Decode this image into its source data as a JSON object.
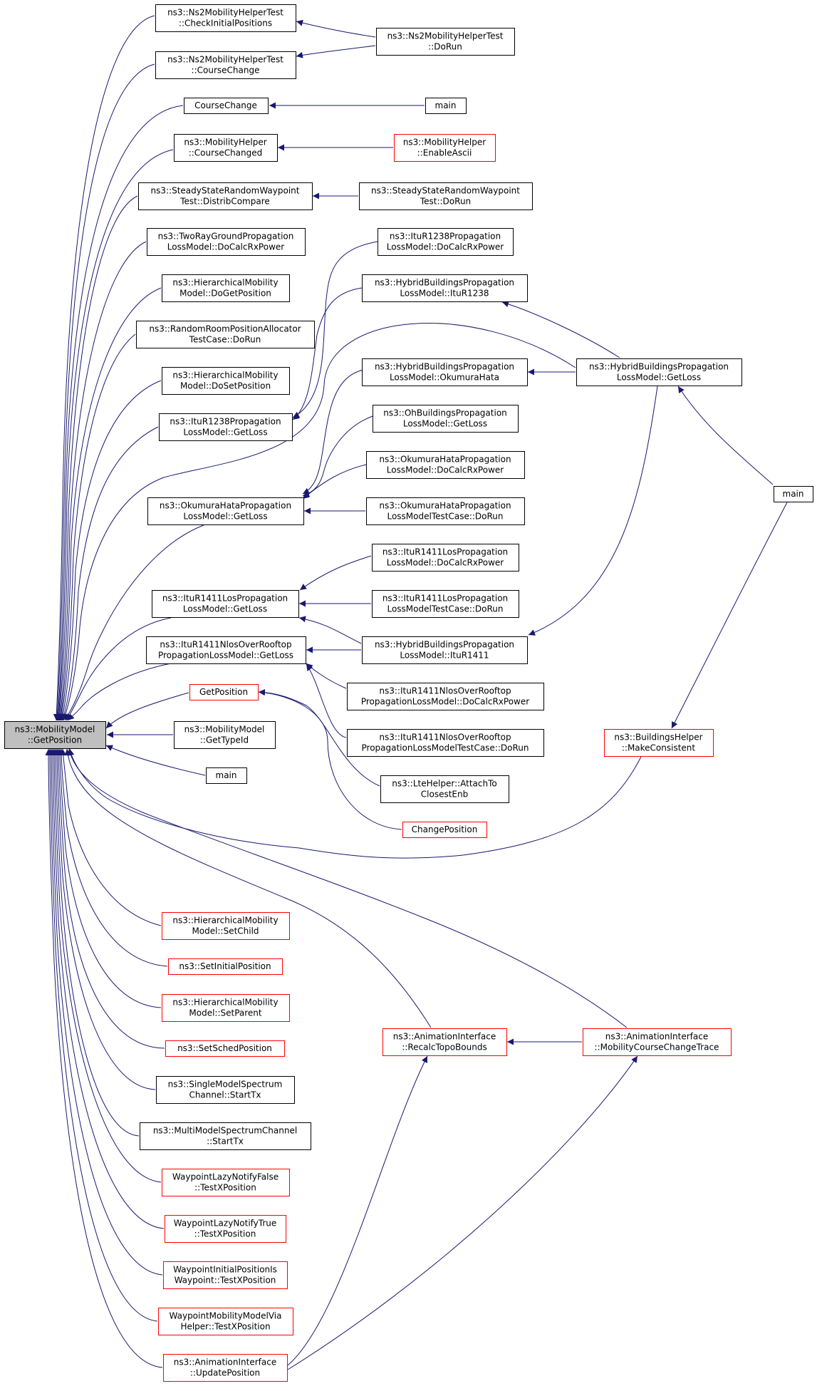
{
  "colors": {
    "edge": "#191970",
    "node_border": "#000000",
    "link_border": "#ff0000",
    "root_fill": "#bfbfbf"
  },
  "nodes": {
    "n_root": {
      "lines": [
        "ns3::MobilityModel",
        "::GetPosition"
      ],
      "style": "root"
    },
    "n_ns2check": {
      "lines": [
        "ns3::Ns2MobilityHelperTest",
        "::CheckInitialPositions"
      ],
      "style": "normal"
    },
    "n_ns2course": {
      "lines": [
        "ns3::Ns2MobilityHelperTest",
        "::CourseChange"
      ],
      "style": "normal"
    },
    "n_ns2dorun": {
      "lines": [
        "ns3::Ns2MobilityHelperTest",
        "::DoRun"
      ],
      "style": "normal"
    },
    "n_coursechange": {
      "lines": [
        "CourseChange"
      ],
      "style": "normal"
    },
    "n_main1": {
      "lines": [
        "main"
      ],
      "style": "normal"
    },
    "n_mhcourse": {
      "lines": [
        "ns3::MobilityHelper",
        "::CourseChanged"
      ],
      "style": "normal"
    },
    "n_mhascii": {
      "lines": [
        "ns3::MobilityHelper",
        "::EnableAscii"
      ],
      "style": "red"
    },
    "n_ssdistrib": {
      "lines": [
        "ns3::SteadyStateRandomWaypoint",
        "Test::DistribCompare"
      ],
      "style": "normal"
    },
    "n_ssdorun": {
      "lines": [
        "ns3::SteadyStateRandomWaypoint",
        "Test::DoRun"
      ],
      "style": "normal"
    },
    "n_tworay": {
      "lines": [
        "ns3::TwoRayGroundPropagation",
        "LossModel::DoCalcRxPower"
      ],
      "style": "normal"
    },
    "n_hmgetpos": {
      "lines": [
        "ns3::HierarchicalMobility",
        "Model::DoGetPosition"
      ],
      "style": "normal"
    },
    "n_rrpa": {
      "lines": [
        "ns3::RandomRoomPositionAllocator",
        "TestCase::DoRun"
      ],
      "style": "normal"
    },
    "n_hmsetpos": {
      "lines": [
        "ns3::HierarchicalMobility",
        "Model::DoSetPosition"
      ],
      "style": "normal"
    },
    "n_itu1238loss": {
      "lines": [
        "ns3::ItuR1238Propagation",
        "LossModel::GetLoss"
      ],
      "style": "normal"
    },
    "n_itu1238rx": {
      "lines": [
        "ns3::ItuR1238Propagation",
        "LossModel::DoCalcRxPower"
      ],
      "style": "normal"
    },
    "n_hbitu1238": {
      "lines": [
        "ns3::HybridBuildingsPropagation",
        "LossModel::ItuR1238"
      ],
      "style": "normal"
    },
    "n_hbokumura": {
      "lines": [
        "ns3::HybridBuildingsPropagation",
        "LossModel::OkumuraHata"
      ],
      "style": "normal"
    },
    "n_hbgetloss": {
      "lines": [
        "ns3::HybridBuildingsPropagation",
        "LossModel::GetLoss"
      ],
      "style": "normal"
    },
    "n_ohgetloss": {
      "lines": [
        "ns3::OhBuildingsPropagation",
        "LossModel::GetLoss"
      ],
      "style": "normal"
    },
    "n_okrx": {
      "lines": [
        "ns3::OkumuraHataPropagation",
        "LossModel::DoCalcRxPower"
      ],
      "style": "normal"
    },
    "n_okgetloss": {
      "lines": [
        "ns3::OkumuraHataPropagation",
        "LossModel::GetLoss"
      ],
      "style": "normal"
    },
    "n_oktest": {
      "lines": [
        "ns3::OkumuraHataPropagation",
        "LossModelTestCase::DoRun"
      ],
      "style": "normal"
    },
    "n_main2": {
      "lines": [
        "main"
      ],
      "style": "normal"
    },
    "n_itu1411rx": {
      "lines": [
        "ns3::ItuR1411LosPropagation",
        "LossModel::DoCalcRxPower"
      ],
      "style": "normal"
    },
    "n_itu1411loss": {
      "lines": [
        "ns3::ItuR1411LosPropagation",
        "LossModel::GetLoss"
      ],
      "style": "normal"
    },
    "n_itu1411test": {
      "lines": [
        "ns3::ItuR1411LosPropagation",
        "LossModelTestCase::DoRun"
      ],
      "style": "normal"
    },
    "n_nlosloss": {
      "lines": [
        "ns3::ItuR1411NlosOverRooftop",
        "PropagationLossModel::GetLoss"
      ],
      "style": "normal"
    },
    "n_hbitu1411": {
      "lines": [
        "ns3::HybridBuildingsPropagation",
        "LossModel::ItuR1411"
      ],
      "style": "normal"
    },
    "n_nlosrx": {
      "lines": [
        "ns3::ItuR1411NlosOverRooftop",
        "PropagationLossModel::DoCalcRxPower"
      ],
      "style": "normal"
    },
    "n_getposition": {
      "lines": [
        "GetPosition"
      ],
      "style": "red"
    },
    "n_nlostest": {
      "lines": [
        "ns3::ItuR1411NlosOverRooftop",
        "PropagationLossModelTestCase::DoRun"
      ],
      "style": "normal"
    },
    "n_mmtypeid": {
      "lines": [
        "ns3::MobilityModel",
        "::GetTypeId"
      ],
      "style": "normal"
    },
    "n_bhconsistent": {
      "lines": [
        "ns3::BuildingsHelper",
        "::MakeConsistent"
      ],
      "style": "red"
    },
    "n_main3": {
      "lines": [
        "main"
      ],
      "style": "normal"
    },
    "n_lteattach": {
      "lines": [
        "ns3::LteHelper::AttachTo",
        "ClosestEnb"
      ],
      "style": "normal"
    },
    "n_changepos": {
      "lines": [
        "ChangePosition"
      ],
      "style": "red"
    },
    "n_hmsetchild": {
      "lines": [
        "ns3::HierarchicalMobility",
        "Model::SetChild"
      ],
      "style": "red"
    },
    "n_setinitial": {
      "lines": [
        "ns3::SetInitialPosition"
      ],
      "style": "red"
    },
    "n_hmsetparent": {
      "lines": [
        "ns3::HierarchicalMobility",
        "Model::SetParent"
      ],
      "style": "red"
    },
    "n_setsched": {
      "lines": [
        "ns3::SetSchedPosition"
      ],
      "style": "red"
    },
    "n_recalc": {
      "lines": [
        "ns3::AnimationInterface",
        "::RecalcTopoBounds"
      ],
      "style": "red"
    },
    "n_mobtrace": {
      "lines": [
        "ns3::AnimationInterface",
        "::MobilityCourseChangeTrace"
      ],
      "style": "red"
    },
    "n_singlestart": {
      "lines": [
        "ns3::SingleModelSpectrum",
        "Channel::StartTx"
      ],
      "style": "normal"
    },
    "n_multistart": {
      "lines": [
        "ns3::MultiModelSpectrumChannel",
        "::StartTx"
      ],
      "style": "normal"
    },
    "n_wplazyfalse": {
      "lines": [
        "WaypointLazyNotifyFalse",
        "::TestXPosition"
      ],
      "style": "red"
    },
    "n_wplazytrue": {
      "lines": [
        "WaypointLazyNotifyTrue",
        "::TestXPosition"
      ],
      "style": "red"
    },
    "n_wpinitial": {
      "lines": [
        "WaypointInitialPositionIs",
        "Waypoint::TestXPosition"
      ],
      "style": "red"
    },
    "n_wpvia": {
      "lines": [
        "WaypointMobilityModelVia",
        "Helper::TestXPosition"
      ],
      "style": "red"
    },
    "n_updatepos": {
      "lines": [
        "ns3::AnimationInterface",
        "::UpdatePosition"
      ],
      "style": "red"
    }
  }
}
